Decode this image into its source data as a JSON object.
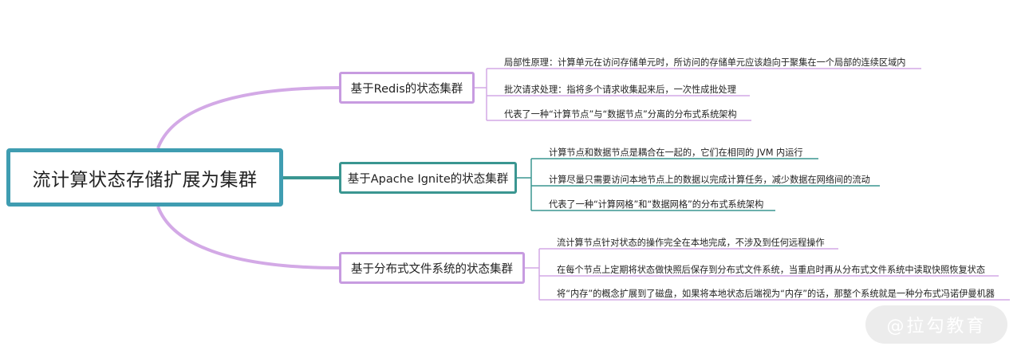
{
  "root": {
    "label": "流计算状态存储扩展为集群"
  },
  "branches": [
    {
      "label": "基于Redis的状态集群",
      "color": "#c79be0",
      "leaves": [
        "局部性原理：计算单元在访问存储单元时，所访问的存储单元应该趋向于聚集在一个局部的连续区域内",
        "批次请求处理：指将多个请求收集起来后，一次性成批处理",
        "代表了一种“计算节点”与“数据节点”分离的分布式系统架构"
      ]
    },
    {
      "label": "基于Apache Ignite的状态集群",
      "color": "#3a9691",
      "leaves": [
        "计算节点和数据节点是耦合在一起的，它们在相同的 JVM 内运行",
        "计算尽量只需要访问本地节点上的数据以完成计算任务，减少数据在网络间的流动",
        "代表了一种“计算网格”和“数据网格”的分布式系统架构"
      ]
    },
    {
      "label": "基于分布式文件系统的状态集群",
      "color": "#c79be0",
      "leaves": [
        "流计算节点针对状态的操作完全在本地完成，不涉及到任何远程操作",
        "在每个节点上定期将状态做快照后保存到分布式文件系统，当重启时再从分布式文件系统中读取快照恢复状态",
        "将“内存”的概念扩展到了磁盘，如果将本地状态后端视为“内存”的话，那整个系统就是一种分布式冯诺伊曼机器"
      ]
    }
  ],
  "watermark": "@拉勾教育"
}
